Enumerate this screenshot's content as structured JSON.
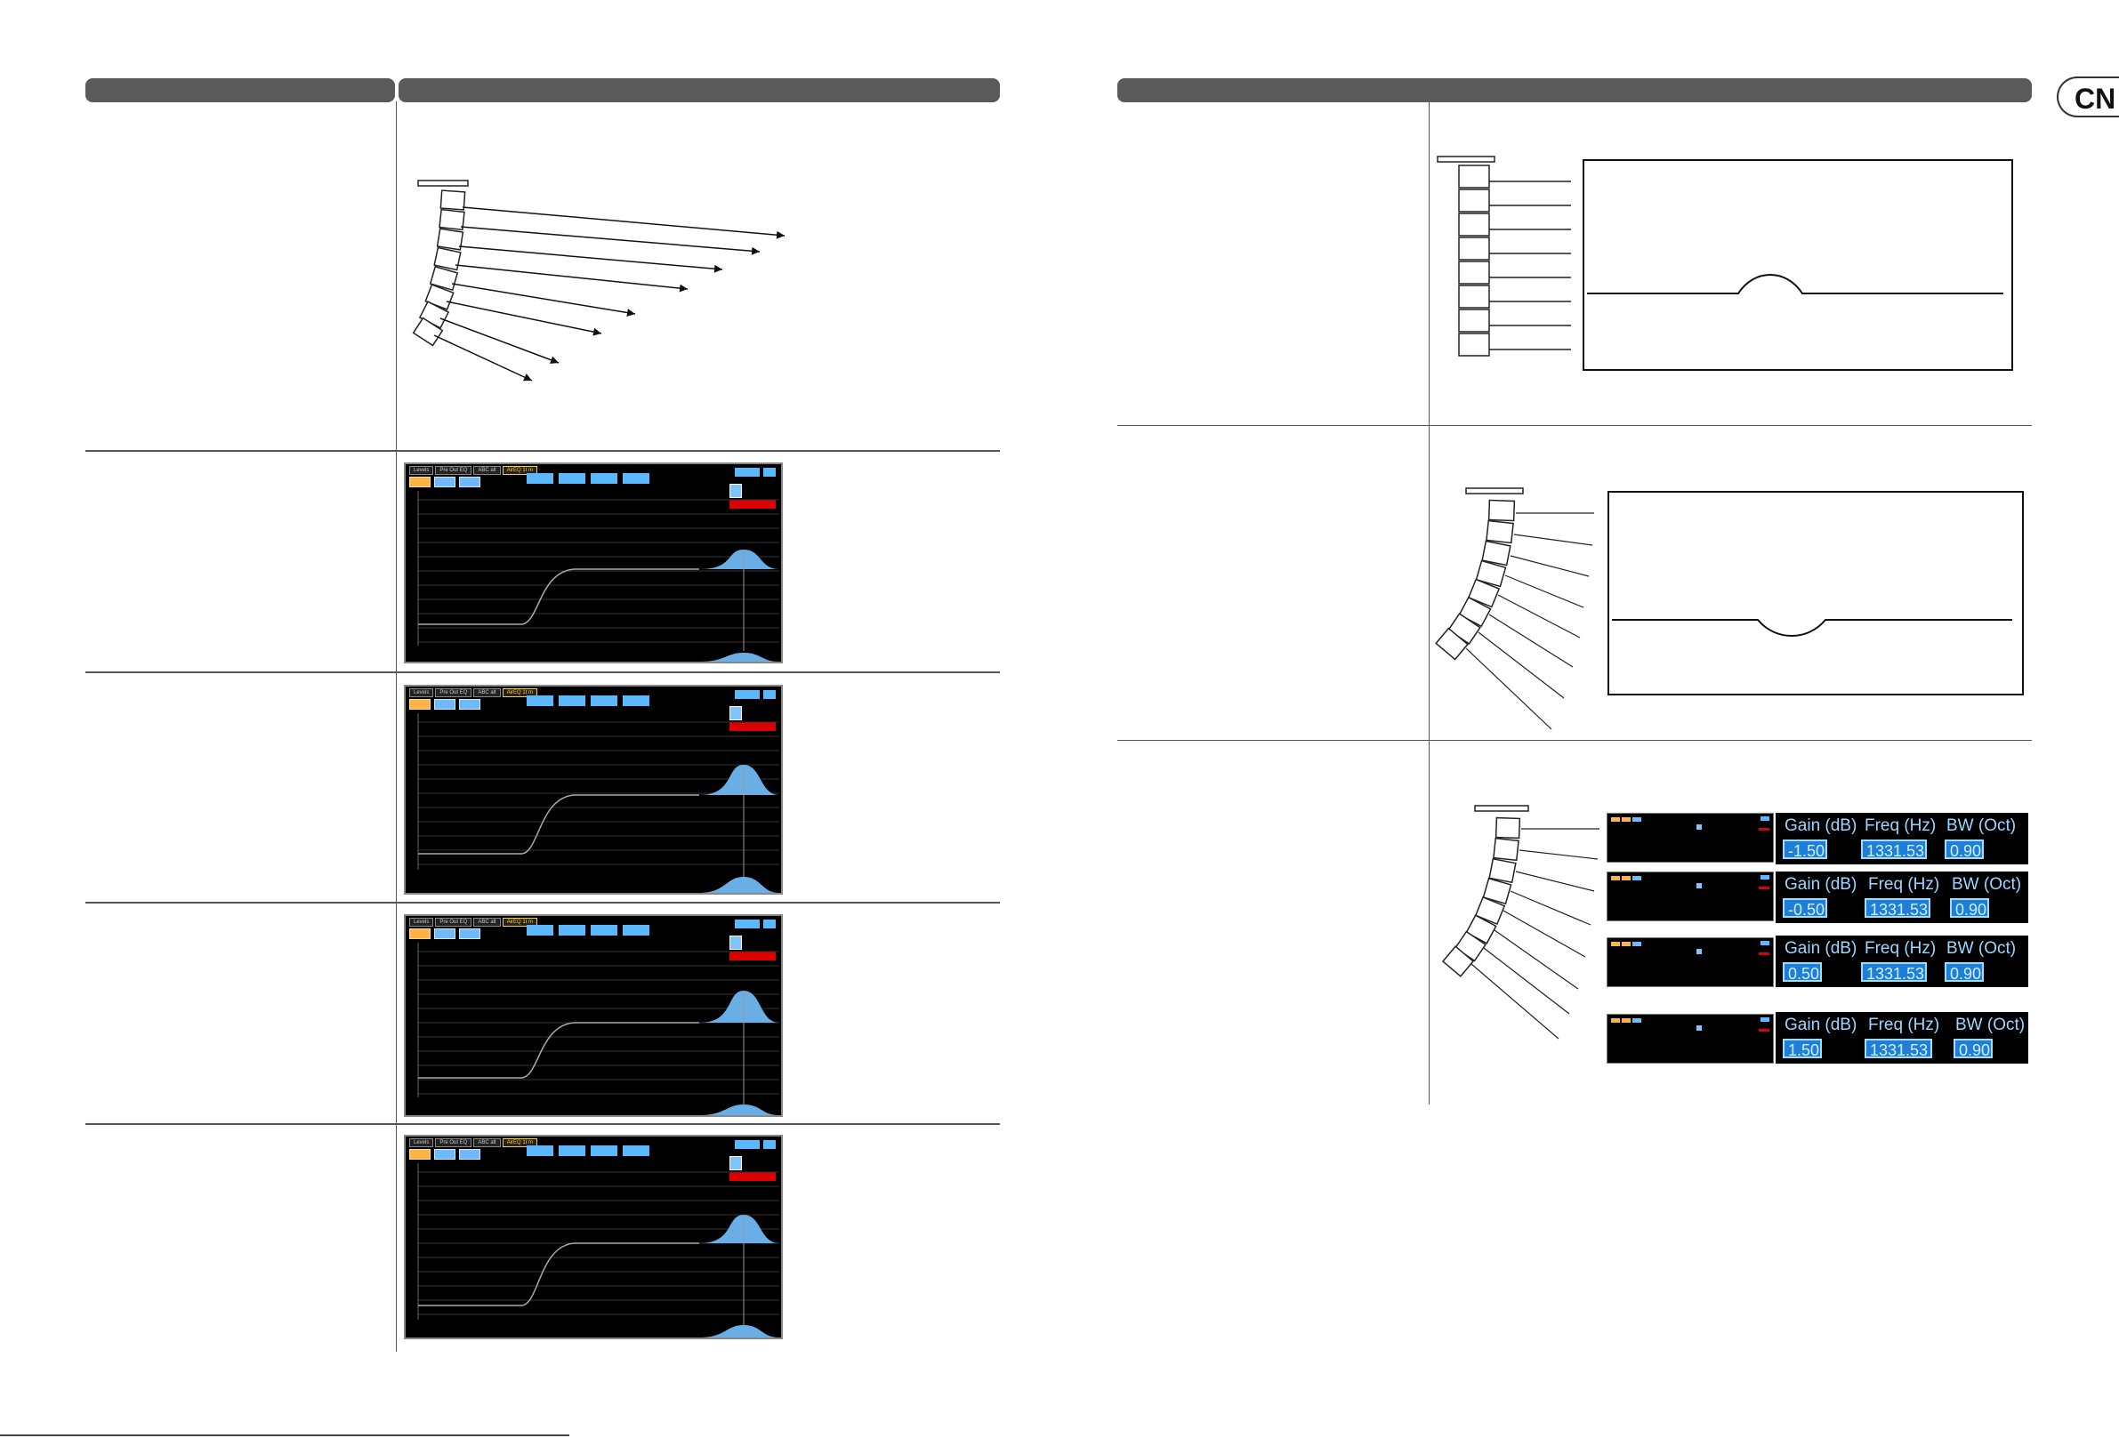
{
  "page": {
    "language_badge": "CN",
    "footer_text": ""
  },
  "eq_panels": [
    {
      "tabs": [
        "Levels",
        "Pre Out EQ",
        "ABC alt",
        "AirEQ 1t m"
      ]
    },
    {
      "tabs": [
        "Levels",
        "Pre Out EQ",
        "ABC alt",
        "AirEQ 1t m"
      ]
    },
    {
      "tabs": [
        "Levels",
        "Pre Out EQ",
        "ABC alt",
        "AirEQ 1t m"
      ]
    },
    {
      "tabs": [
        "Levels",
        "Pre Out EQ",
        "ABC alt",
        "AirEQ 1t m"
      ]
    }
  ],
  "air_eq_settings": {
    "labels": {
      "gain": "Gain (dB)",
      "freq": "Freq (Hz)",
      "bw": "BW (Oct)"
    },
    "rows": [
      {
        "gain": "-1.50",
        "freq": "1331.53",
        "bw": "0.90"
      },
      {
        "gain": "-0.50",
        "freq": "1331.53",
        "bw": "0.90"
      },
      {
        "gain": "0.50",
        "freq": "1331.53",
        "bw": "0.90"
      },
      {
        "gain": "1.50",
        "freq": "1331.53",
        "bw": "0.90"
      }
    ]
  },
  "colors": {
    "header_bar": "#5a5a5a",
    "eq_curve_fill": "#6aaee6",
    "param_value_bg": "#1f7fd8"
  }
}
